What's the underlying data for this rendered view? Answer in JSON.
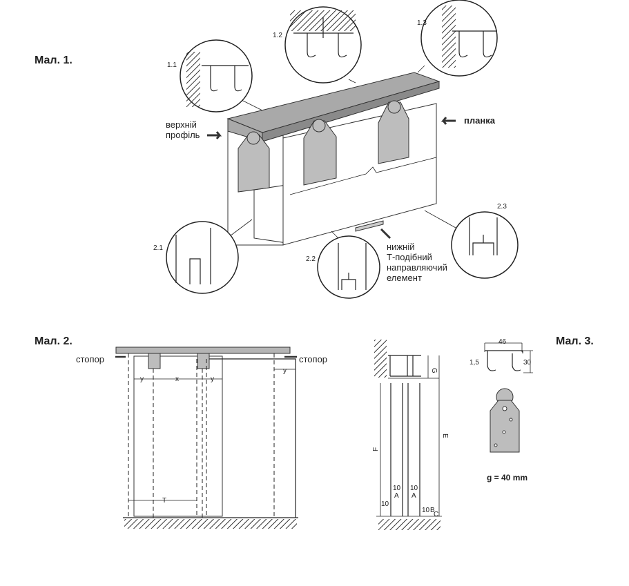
{
  "figure1": {
    "title": "Мал. 1.",
    "detail_labels": [
      "1.1",
      "1.2",
      "1.3",
      "2.1",
      "2.2",
      "2.3"
    ],
    "top_profile_label": [
      "верхній",
      "профіль"
    ],
    "strip_label": "планка",
    "bottom_guide_label": [
      "нижній",
      "Т-подібний",
      "направляючий",
      "елемент"
    ]
  },
  "figure2": {
    "title": "Мал. 2.",
    "stopper_left": "стопор",
    "stopper_right": "стопор",
    "dim_y": "y",
    "dim_x": "x",
    "dim_t": "T"
  },
  "figure3": {
    "title": "Мал. 3.",
    "dim_g": "G",
    "dim_f": "F",
    "dim_e": "E",
    "dim_10": "10",
    "dim_a": "A",
    "dim_b": "B",
    "dim_c": "C",
    "profile_width": "46",
    "profile_thickness": "1,5",
    "profile_height": "30",
    "gap_note": "g = 40 mm"
  },
  "colors": {
    "line": "#222222",
    "metal": "#a9a9a9",
    "plate": "#bdbdbd"
  }
}
